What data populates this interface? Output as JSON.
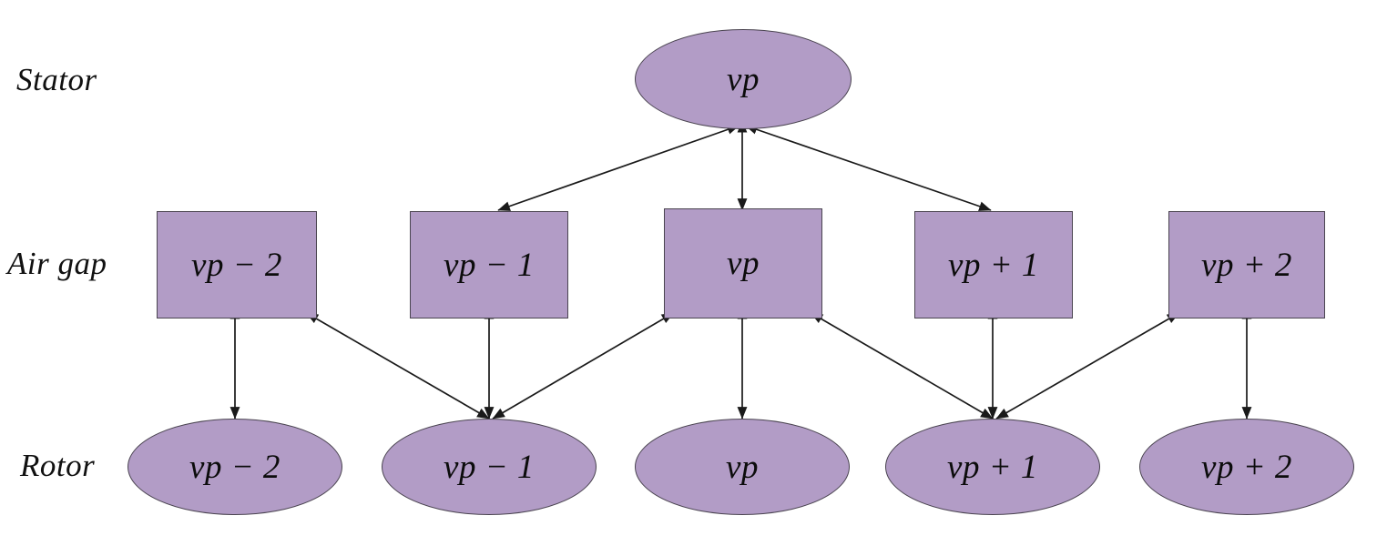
{
  "figure": {
    "title": "Stator / Air gap / Rotor harmonic interaction diagram",
    "background_color": "#FFFFFF",
    "node_fill_color": "#B29CC6",
    "node_stroke_color": "#4A4450",
    "edge_color": "#1A1A1A",
    "text_color": "#0C0C0C"
  },
  "rows": [
    {
      "key": "stator",
      "label": "Stator"
    },
    {
      "key": "air_gap",
      "label": "Air gap"
    },
    {
      "key": "rotor",
      "label": "Rotor"
    }
  ],
  "nodes": {
    "stator": [
      {
        "id": "s-vp",
        "label": "vp",
        "shape": "ellipse"
      }
    ],
    "air_gap": [
      {
        "id": "a-vp-2",
        "label": "vp − 2",
        "shape": "rect"
      },
      {
        "id": "a-vp-1",
        "label": "vp − 1",
        "shape": "rect"
      },
      {
        "id": "a-vp",
        "label": "vp",
        "shape": "rect"
      },
      {
        "id": "a-vp+1",
        "label": "vp + 1",
        "shape": "rect"
      },
      {
        "id": "a-vp+2",
        "label": "vp + 2",
        "shape": "rect"
      }
    ],
    "rotor": [
      {
        "id": "r-vp-2",
        "label": "vp − 2",
        "shape": "ellipse"
      },
      {
        "id": "r-vp-1",
        "label": "vp − 1",
        "shape": "ellipse"
      },
      {
        "id": "r-vp",
        "label": "vp",
        "shape": "ellipse"
      },
      {
        "id": "r-vp+1",
        "label": "vp + 1",
        "shape": "ellipse"
      },
      {
        "id": "r-vp+2",
        "label": "vp + 2",
        "shape": "ellipse"
      }
    ]
  },
  "edges": [
    {
      "from": "s-vp",
      "to": "a-vp-1",
      "arrows": "both"
    },
    {
      "from": "s-vp",
      "to": "a-vp",
      "arrows": "both"
    },
    {
      "from": "s-vp",
      "to": "a-vp+1",
      "arrows": "both"
    },
    {
      "from": "a-vp-2",
      "to": "r-vp-2",
      "arrows": "both"
    },
    {
      "from": "a-vp-2",
      "to": "r-vp-1",
      "arrows": "both"
    },
    {
      "from": "a-vp-1",
      "to": "r-vp-1",
      "arrows": "both"
    },
    {
      "from": "a-vp",
      "to": "r-vp-1",
      "arrows": "both"
    },
    {
      "from": "a-vp",
      "to": "r-vp",
      "arrows": "both"
    },
    {
      "from": "a-vp",
      "to": "r-vp+1",
      "arrows": "both"
    },
    {
      "from": "a-vp+1",
      "to": "r-vp+1",
      "arrows": "both"
    },
    {
      "from": "a-vp+2",
      "to": "r-vp+1",
      "arrows": "both"
    },
    {
      "from": "a-vp+2",
      "to": "r-vp+2",
      "arrows": "both"
    }
  ]
}
